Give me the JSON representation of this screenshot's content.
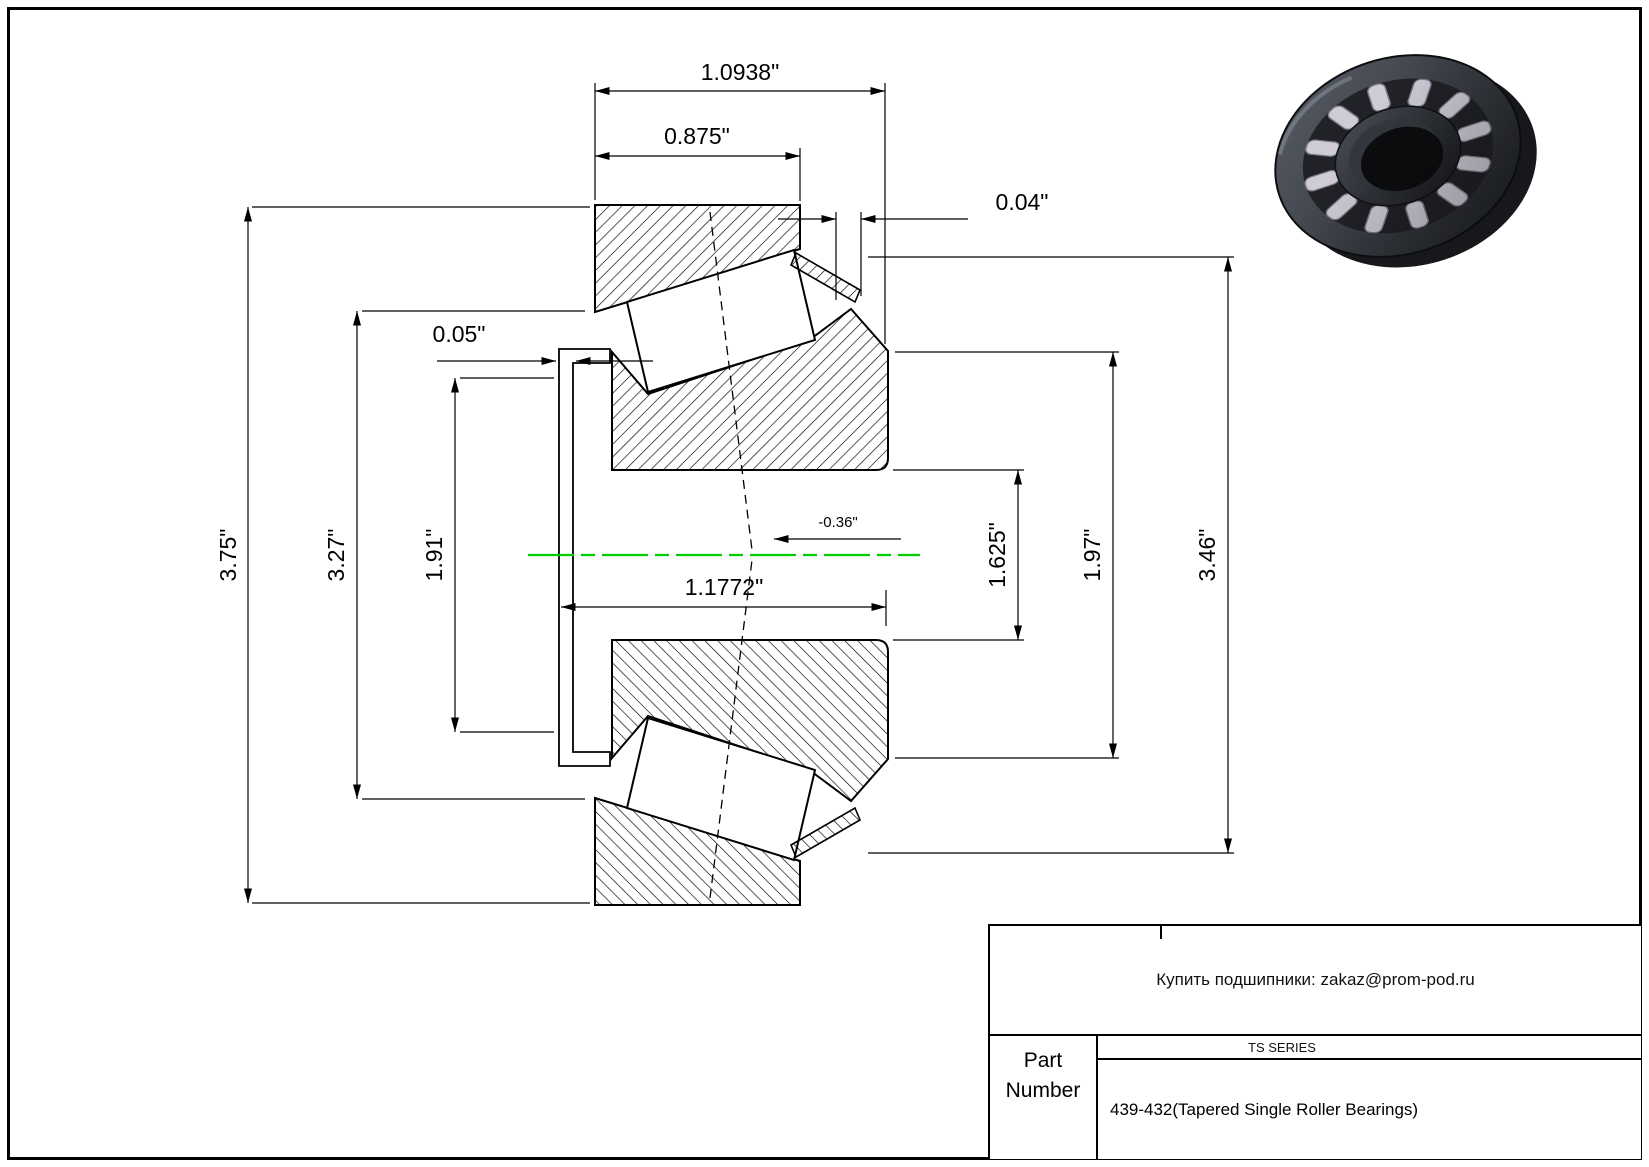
{
  "drawing": {
    "dimensions": {
      "overall_width": "1.0938\"",
      "cup_width": "0.875\"",
      "protrusion": "0.04\"",
      "cage_clearance": "0.05\"",
      "outer_diameter": "3.75\"",
      "cup_inner_diameter": "3.27\"",
      "cage_diameter": "1.91\"",
      "cone_width": "1.1772\"",
      "offset": "-0.36\"",
      "bore_diameter": "1.625\"",
      "rib_diameter": "1.97\"",
      "flange_diameter": "3.46\""
    },
    "accent_colors": {
      "centerline_green": "#00cc00",
      "line_black": "#000000"
    }
  },
  "title_block": {
    "contact": "Купить подшипники: zakaz@prom-pod.ru",
    "series": "TS SERIES",
    "part_label_line1": "Part",
    "part_label_line2": "Number",
    "part_value": "439-432(Tapered Single Roller Bearings)"
  }
}
